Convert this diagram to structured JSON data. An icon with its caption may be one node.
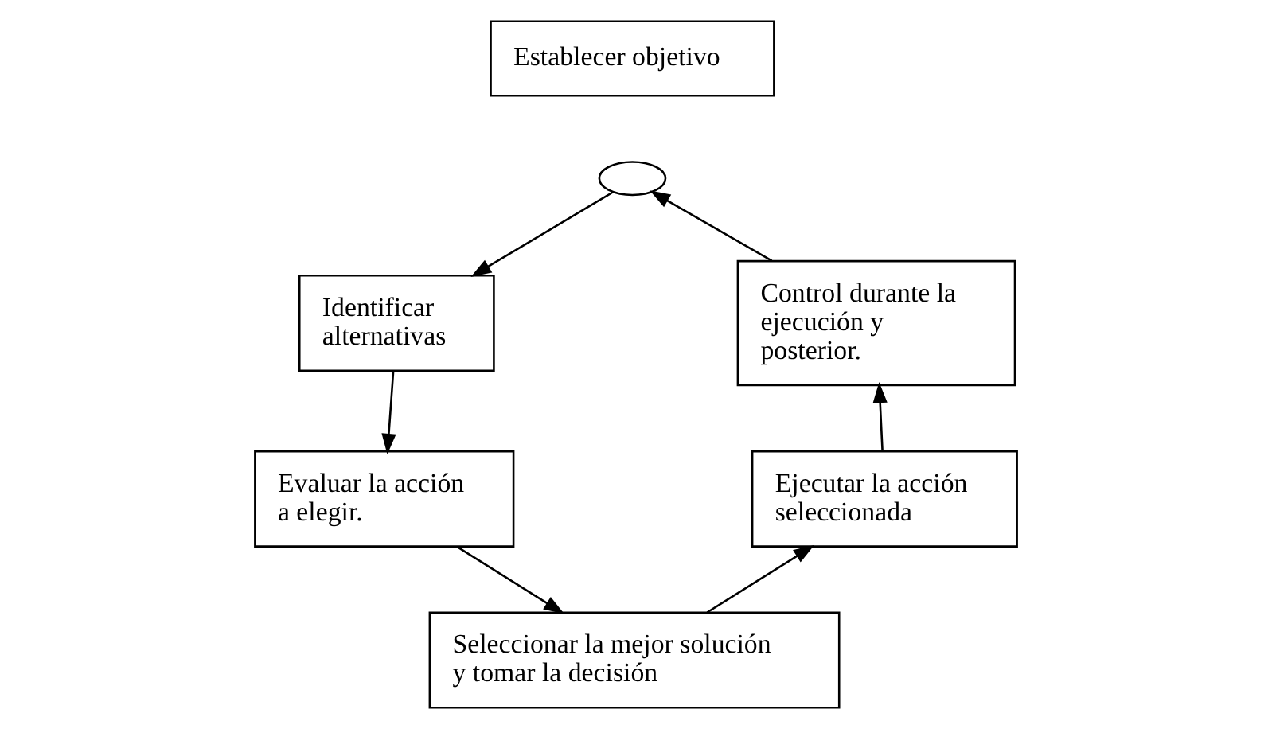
{
  "diagram": {
    "nodes": [
      {
        "text": [
          "Establecer objetivo"
        ]
      },
      {
        "text": [],
        "shape": "ellipse"
      },
      {
        "text": [
          "Identificar alternativas"
        ]
      },
      {
        "text": [
          "Evaluar la acción a elegir."
        ]
      },
      {
        "text": [
          "Seleccionar la mejor solución y tomar la decisión"
        ]
      },
      {
        "text": [
          "Ejecutar la acción seleccionada"
        ]
      },
      {
        "text": [
          "Control durante la ejecución y posterior."
        ]
      }
    ],
    "edges": [
      {
        "from": 1,
        "to": 2,
        "arrow": "to"
      },
      {
        "from": 2,
        "to": 3,
        "arrow": "to"
      },
      {
        "from": 3,
        "to": 4,
        "arrow": "to"
      },
      {
        "from": 4,
        "to": 5,
        "arrow": "to"
      },
      {
        "from": 5,
        "to": 6,
        "arrow": "to"
      },
      {
        "from": 6,
        "to": 1,
        "arrow": "to"
      }
    ]
  }
}
